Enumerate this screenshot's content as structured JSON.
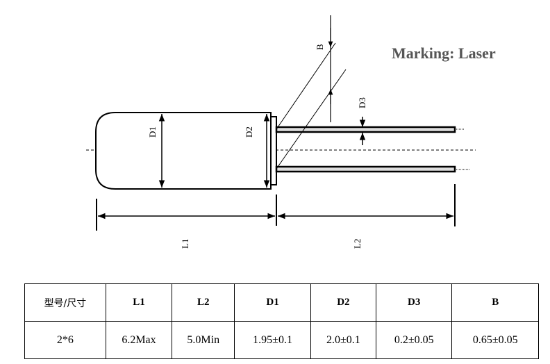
{
  "marking": "Marking: Laser",
  "labels": {
    "d1": "D1",
    "d2": "D2",
    "d3": "D3",
    "b": "B",
    "l1": "L1",
    "l2": "L2"
  },
  "table": {
    "headers": [
      "型号/尺寸",
      "L1",
      "L2",
      "D1",
      "D2",
      "D3",
      "B"
    ],
    "rows": [
      [
        "2*6",
        "6.2Max",
        "5.0Min",
        "1.95±0.1",
        "2.0±0.1",
        "0.2±0.05",
        "0.65±0.05"
      ]
    ]
  }
}
